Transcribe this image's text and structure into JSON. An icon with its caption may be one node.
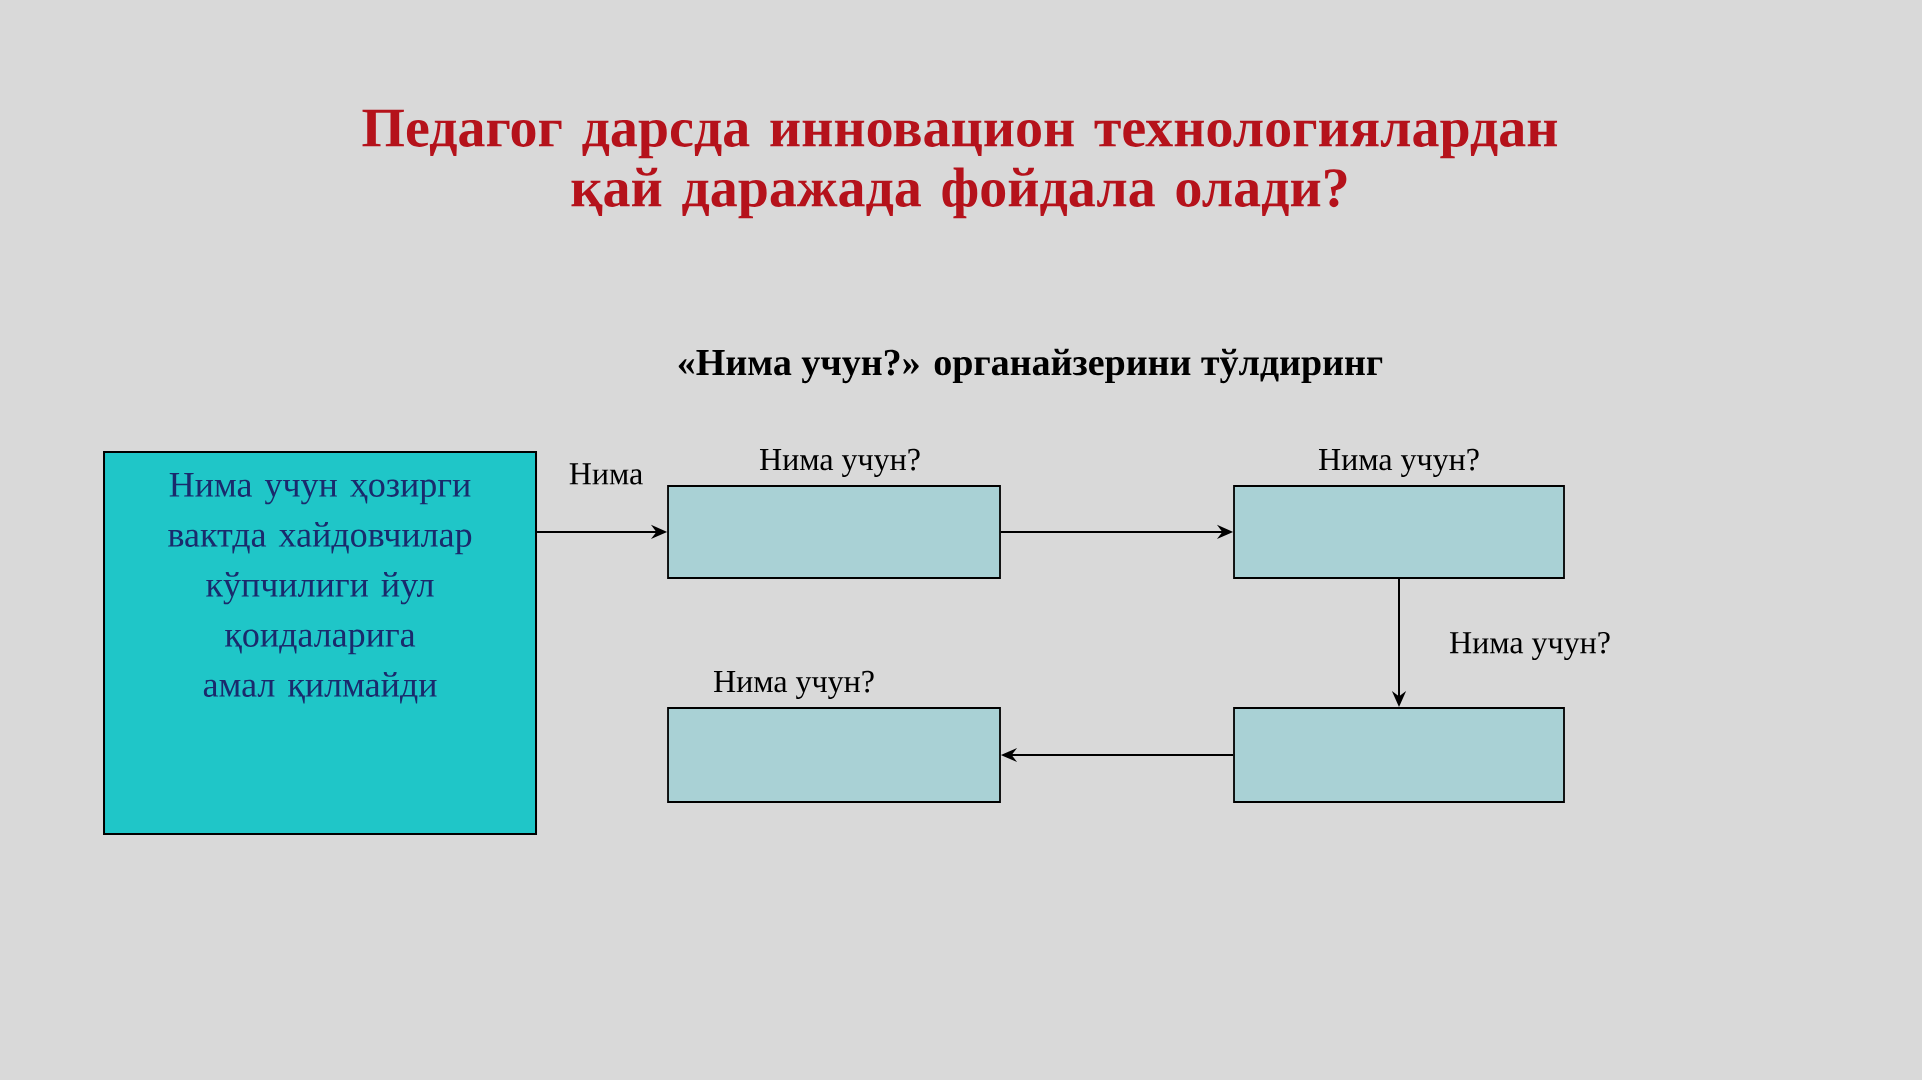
{
  "diagram": {
    "title": "Педагог дарсда инновацион технологиялардан қай даражада фойдала олади?",
    "nodes": [
      {
        "text": [
          "Нима учун ҳозирги вактда хайдовчилар кўпчилиги йул қоидаларига амал қилмайди"
        ]
      },
      {
        "text": [],
        "shape": "box",
        "beside": [
          "Нима учун?"
        ]
      },
      {
        "text": [],
        "shape": "box",
        "beside": [
          "Нима учун?"
        ]
      },
      {
        "text": [],
        "shape": "box"
      },
      {
        "text": [],
        "shape": "box",
        "beside": [
          "Нима учун?"
        ]
      }
    ],
    "edges": [
      {
        "from": 0,
        "to": 1,
        "arrow": "to",
        "label": "Нима"
      },
      {
        "from": 1,
        "to": 2,
        "arrow": "to"
      },
      {
        "from": 2,
        "to": 3,
        "arrow": "to",
        "label": "Нима учун?"
      },
      {
        "from": 3,
        "to": 4,
        "arrow": "to"
      }
    ],
    "labels": [
      "«Нима учун?» органайзерини тўлдиринг"
    ]
  }
}
